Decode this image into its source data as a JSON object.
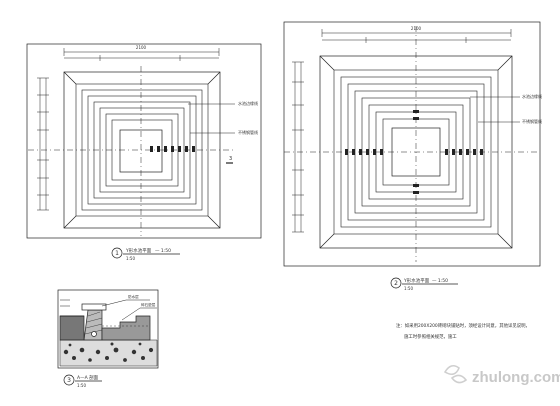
{
  "plans": [
    {
      "id": "plan-1",
      "number": "1",
      "title": "Y形水池平面",
      "scale": "1:50",
      "scale_note": "— 1:50",
      "overall_dim": "2100",
      "callouts": [
        "水池边缘线",
        "不锈钢管线"
      ],
      "section_mark": "3"
    },
    {
      "id": "plan-2",
      "number": "2",
      "title": "Y形水池平面",
      "scale": "1:50",
      "scale_note": "— 1:50",
      "overall_dim": "2100",
      "callouts": [
        "水池边缘线",
        "不锈钢管线"
      ]
    }
  ],
  "section": {
    "number": "3",
    "title": "A—A 剖面",
    "scale": "1:50",
    "callouts": [
      "防水层",
      "碎石垫层"
    ]
  },
  "note": {
    "line1": "注：如采用200X200砖砌块铺贴时，须经设计同意，其他详见说明，",
    "line2": "施工时参照相关规范，施工"
  },
  "watermark": {
    "text": "zhulong.com"
  }
}
